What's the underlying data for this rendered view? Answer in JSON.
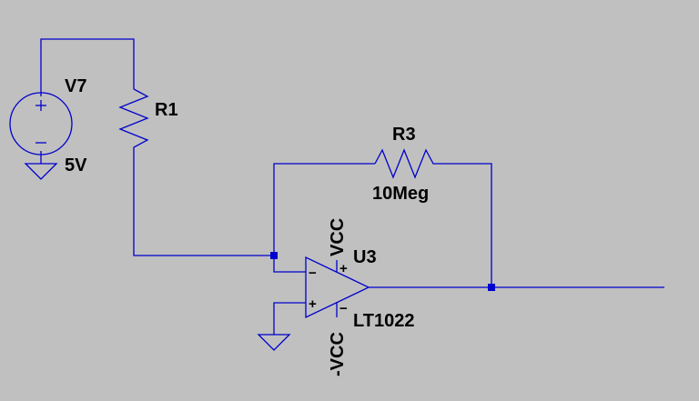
{
  "schematic": {
    "components": {
      "v7": {
        "name": "V7",
        "value": "5V"
      },
      "r1": {
        "name": "R1"
      },
      "r3": {
        "name": "R3",
        "value": "10Meg"
      },
      "u3": {
        "name": "U3",
        "model": "LT1022"
      }
    },
    "pins": {
      "minus": "−",
      "plus": "+",
      "vcc_plus": "+",
      "vcc_minus": "−"
    },
    "nets": {
      "vcc": "VCC",
      "neg_vcc": "-VCC"
    },
    "colors": {
      "wire": "#0000cc",
      "background": "#c0c0c0",
      "text": "#000000"
    }
  }
}
